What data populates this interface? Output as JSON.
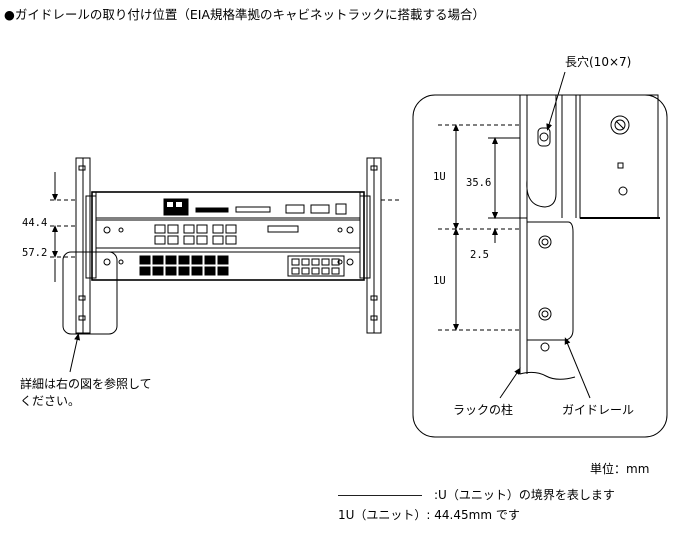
{
  "title": "●ガイドレールの取り付け位置（EIA規格準拠のキャビネットラックに搭載する場合）",
  "left_figure": {
    "dim_upper": "44.4",
    "dim_lower": "57.2",
    "note": "詳細は右の図を参照して\nください。"
  },
  "detail": {
    "slot_label": "長穴(10×7)",
    "label_1u_top": "1U",
    "label_1u_bottom": "1U",
    "dim_35_6": "35.6",
    "dim_2_5": "2.5",
    "rack_pillar": "ラックの柱",
    "guide_rail": "ガイドレール"
  },
  "unit_label": "単位：mm",
  "legend": {
    "line_text": "―――――――　:U（ユニット）の境界を表します",
    "u_definition": "1U（ユニット）: 44.45mm です"
  }
}
